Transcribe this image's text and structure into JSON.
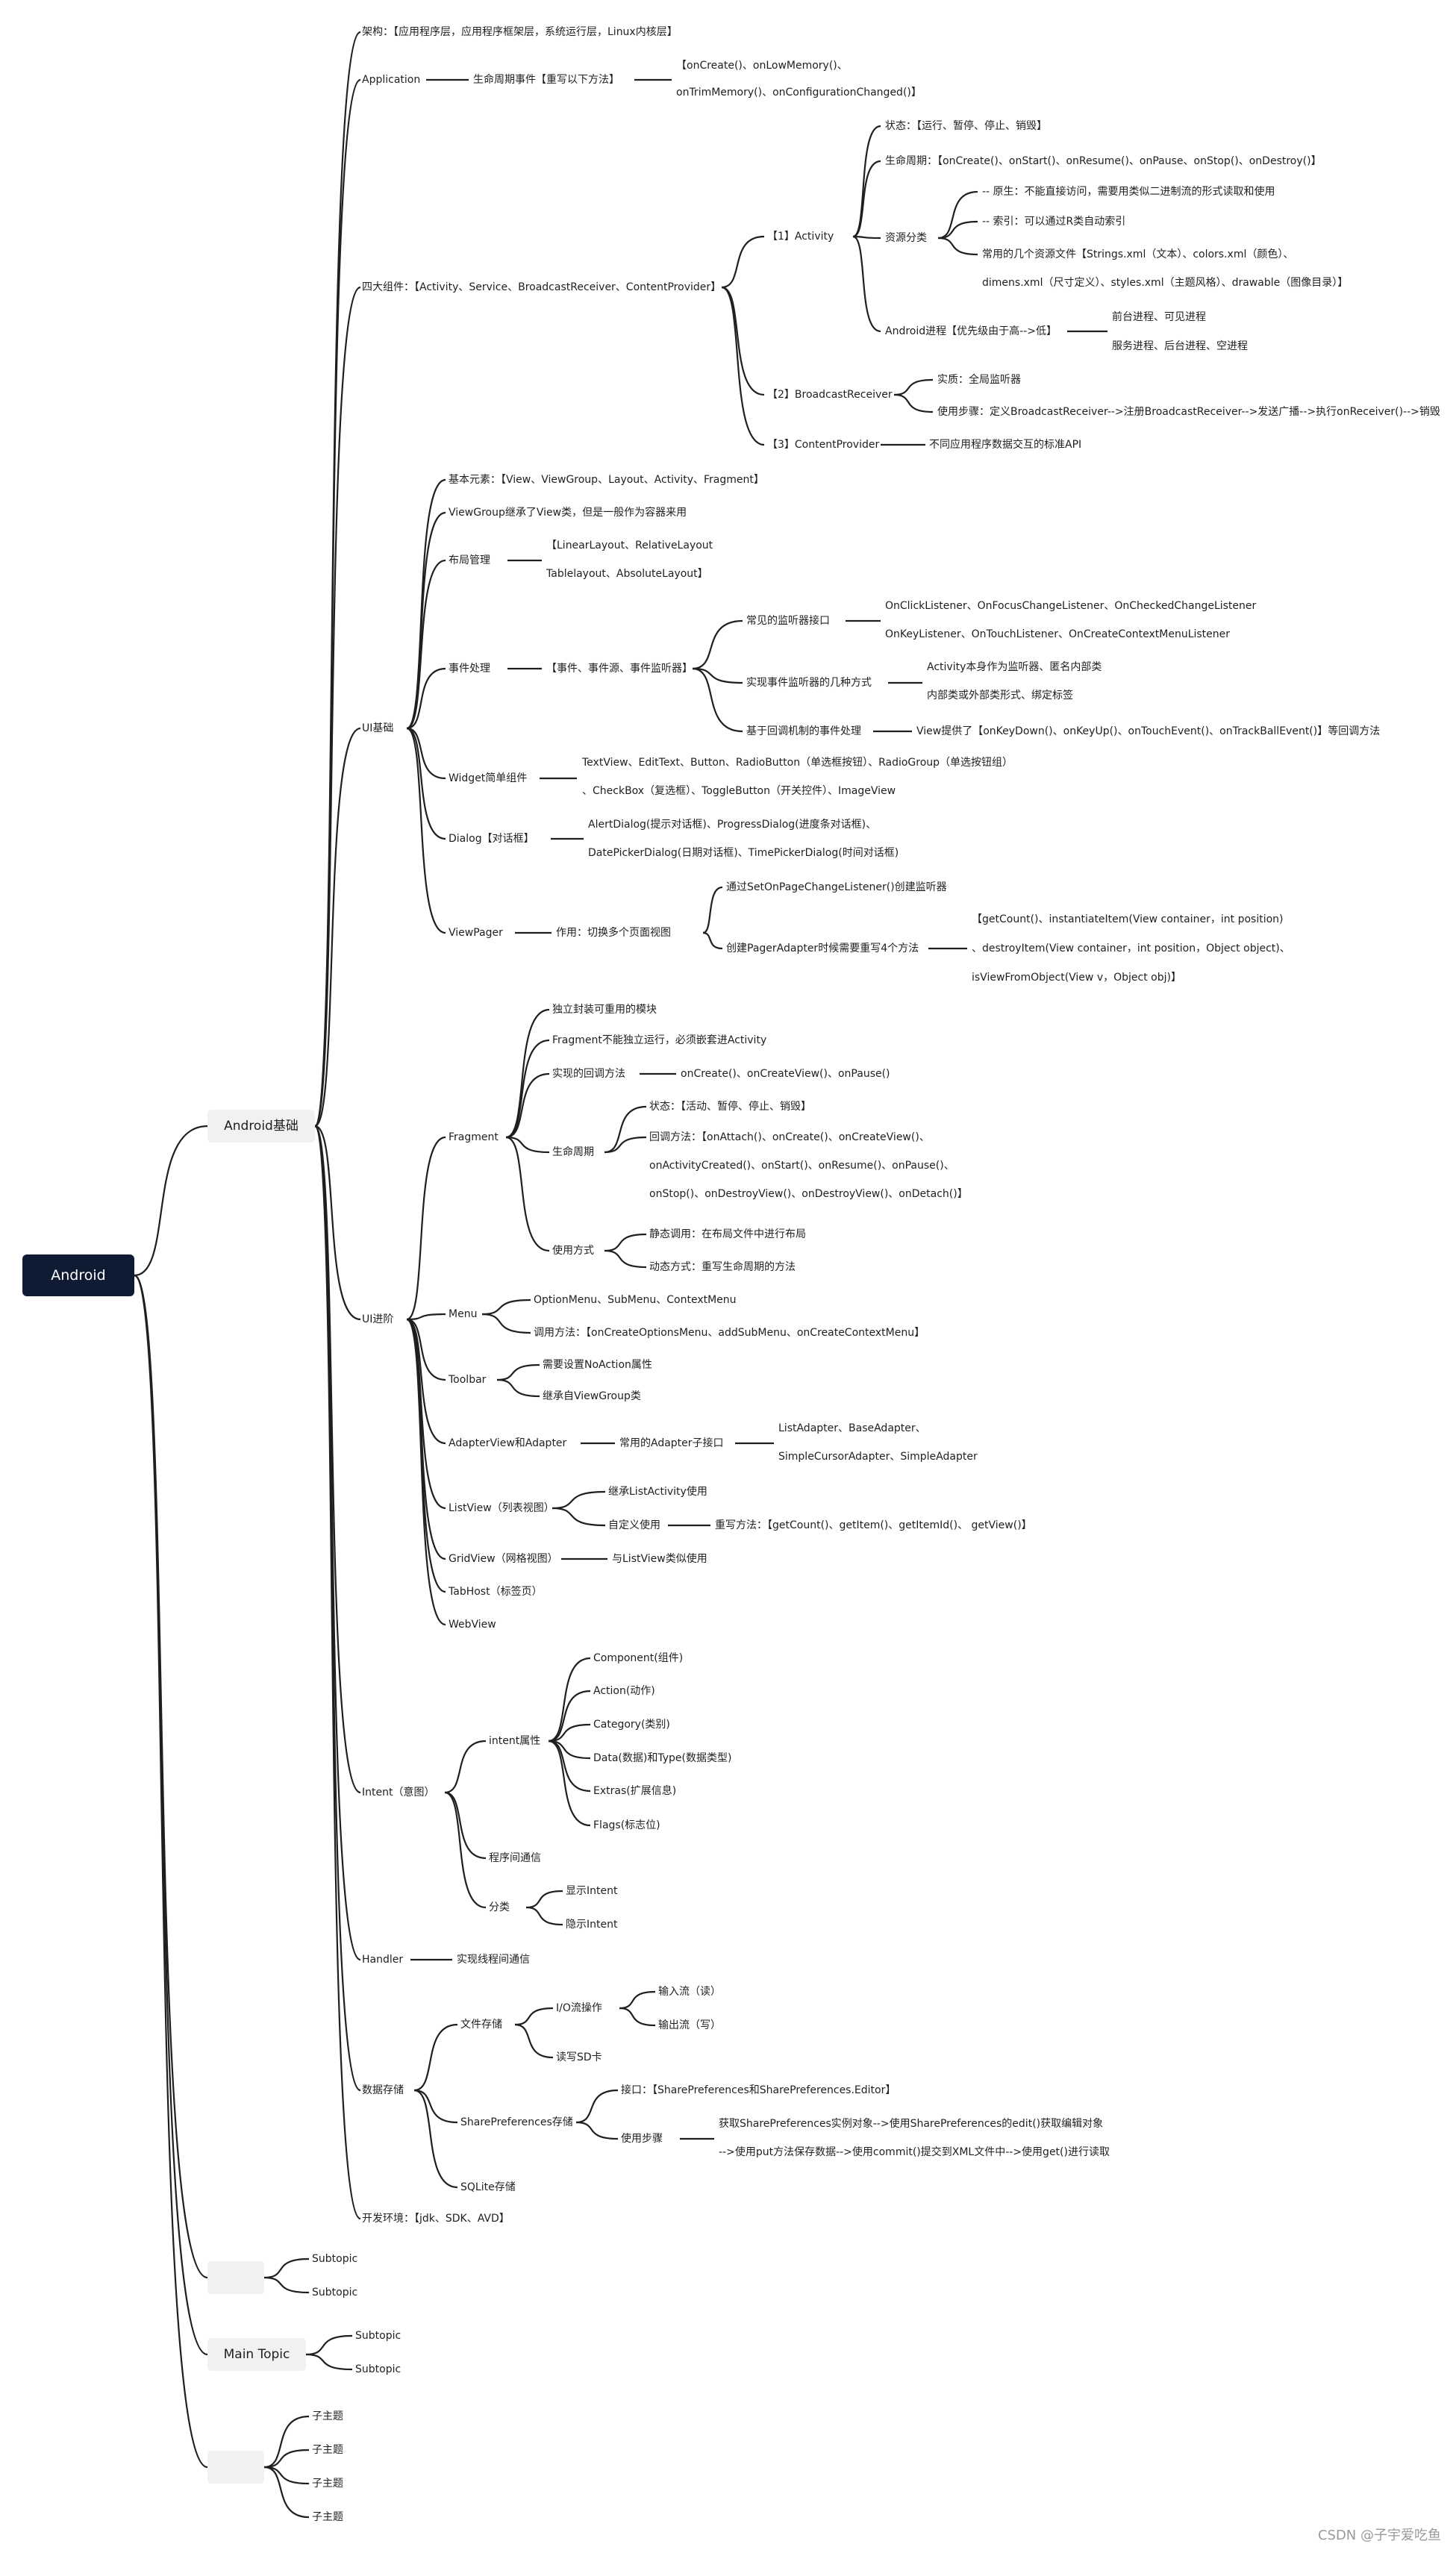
{
  "root": {
    "label": "Android"
  },
  "watermark": "CSDN @子宇爱吃鱼",
  "main": {
    "basic": "Android基础",
    "blank1": "",
    "main_topic": "Main Topic",
    "blank2": ""
  },
  "level1": {
    "arch": "架构：【应用程序层，应用程序框架层，系统运行层，Linux内核层】",
    "application": "Application",
    "four": "四大组件：【Activity、Service、BroadcastReceiver、ContentProvider】",
    "ui_basic": "UI基础",
    "ui_adv": "UI进阶",
    "intent": "Intent（意图）",
    "handler": "Handler",
    "storage": "数据存储",
    "env": "开发环境：【jdk、SDK、AVD】"
  },
  "application": {
    "lifecycle": "生命周期事件【重写以下方法】",
    "methods_1": "【onCreate()、onLowMemory()、",
    "methods_2": "onTrimMemory()、onConfigurationChanged()】"
  },
  "four": {
    "activity": "【1】Activity",
    "receiver": "【2】BroadcastReceiver",
    "provider": "【3】ContentProvider",
    "provider_desc": "不同应用程序数据交互的标准API",
    "receiver_essence": "实质：全局监听器",
    "receiver_steps": "使用步骤：定义BroadcastReceiver-->注册BroadcastReceiver-->发送广播-->执行onReceiver()-->销毁",
    "act_state": "状态：【运行、暂停、停止、销毁】",
    "act_lifecycle": "生命周期：【onCreate()、onStart()、onResume()、onPause、onStop()、onDestroy()】",
    "act_resource": "资源分类",
    "res_raw": "-- 原生：不能直接访问，需要用类似二进制流的形式读取和使用",
    "res_index": "-- 索引：可以通过R类自动索引",
    "res_files_1": "常用的几个资源文件【Strings.xml（文本）、colors.xml（颜色）、",
    "res_files_2": "dimens.xml（尺寸定义）、styles.xml（主题风格）、drawable（图像目录）】",
    "act_process": "Android进程【优先级由于高-->低】",
    "proc_1": "前台进程、可见进程",
    "proc_2": "服务进程、后台进程、空进程"
  },
  "ui_basic": {
    "elements": "基本元素：【View、ViewGroup、Layout、Activity、Fragment】",
    "viewgroup": "ViewGroup继承了View类，但是一般作为容器来用",
    "layout": "布局管理",
    "layout_1": "【LinearLayout、RelativeLayout",
    "layout_2": "Tablelayout、AbsoluteLayout】",
    "event": "事件处理",
    "event_desc": "【事件、事件源、事件监听器】",
    "ev_common": "常见的监听器接口",
    "ev_common_1": "OnClickListener、OnFocusChangeListener、OnCheckedChangeListener",
    "ev_common_2": "OnKeyListener、OnTouchListener、OnCreateContextMenuListener",
    "ev_ways": "实现事件监听器的几种方式",
    "ev_ways_1": "Activity本身作为监听器、匿名内部类",
    "ev_ways_2": "内部类或外部类形式、绑定标签",
    "ev_callback": "基于回调机制的事件处理",
    "ev_callback_desc": "View提供了【onKeyDown()、onKeyUp()、onTouchEvent()、onTrackBallEvent()】等回调方法",
    "widget": "Widget简单组件",
    "widget_1": "TextView、EditText、Button、RadioButton（单选框按钮）、RadioGroup（单选按钮组）",
    "widget_2": "、CheckBox（复选框）、ToggleButton（开关控件）、ImageView",
    "dialog": "Dialog【对话框】",
    "dialog_1": "AlertDialog(提示对话框)、ProgressDialog(进度条对话框)、",
    "dialog_2": "DatePickerDialog(日期对话框)、TimePickerDialog(时间对话框)",
    "viewpager": "ViewPager",
    "vp_use": "作用：切换多个页面视图",
    "vp_listener": "通过SetOnPageChangeListener()创建监听器",
    "vp_adapter": "创建PagerAdapter时候需要重写4个方法",
    "vp_m1": "【getCount()、instantiateItem(View container，int position)",
    "vp_m2": "、destroyItem(View container，int position，Object object)、",
    "vp_m3": "isViewFromObject(View v，Object obj)】"
  },
  "ui_adv": {
    "fragment": "Fragment",
    "frag_1": "独立封装可重用的模块",
    "frag_2": "Fragment不能独立运行，必须嵌套进Activity",
    "frag_callbacks": "实现的回调方法",
    "frag_callbacks_desc": "onCreate()、onCreateView()、onPause()",
    "frag_life": "生命周期",
    "frag_state": "状态：【活动、暂停、停止、销毁】",
    "frag_cb_1": "回调方法：【onAttach()、onCreate()、onCreateView()、",
    "frag_cb_2": "onActivityCreated()、onStart()、onResume()、onPause()、",
    "frag_cb_3": "onStop()、onDestroyView()、onDestroyView()、onDetach()】",
    "frag_usage": "使用方式",
    "frag_static": "静态调用：在布局文件中进行布局",
    "frag_dynamic": "动态方式：重写生命周期的方法",
    "menu": "Menu",
    "menu_1": "OptionMenu、SubMenu、ContextMenu",
    "menu_2": "调用方法：【onCreateOptionsMenu、addSubMenu、onCreateContextMenu】",
    "toolbar": "Toolbar",
    "toolbar_1": "需要设置NoAction属性",
    "toolbar_2": "继承自ViewGroup类",
    "adapterview": "AdapterView和Adapter",
    "adapter_common": "常用的Adapter子接口",
    "adapter_1": "ListAdapter、BaseAdapter、",
    "adapter_2": "SimpleCursorAdapter、SimpleAdapter",
    "listview": "ListView（列表视图）",
    "lv_1": "继承ListActivity使用",
    "lv_2": "自定义使用",
    "lv_override": "重写方法：【getCount()、getItem()、getItemId()、 getView()】",
    "gridview": "GridView（网格视图）",
    "gridview_desc": "与ListView类似使用",
    "tabhost": "TabHost（标签页）",
    "webview": "WebView"
  },
  "intent": {
    "attrs": "intent属性",
    "a1": "Component(组件)",
    "a2": "Action(动作)",
    "a3": "Category(类别)",
    "a4": "Data(数据)和Type(数据类型)",
    "a5": "Extras(扩展信息)",
    "a6": "Flags(标志位)",
    "comm": "程序间通信",
    "types": "分类",
    "explicit": "显示Intent",
    "implicit": "隐示Intent"
  },
  "handler": {
    "desc": "实现线程间通信"
  },
  "storage": {
    "file": "文件存储",
    "io": "I/O流操作",
    "in": "输入流（读）",
    "out": "输出流（写）",
    "sd": "读写SD卡",
    "sp": "SharePreferences存储",
    "sp_iface": "接口：【SharePreferences和SharePreferences.Editor】",
    "sp_steps": "使用步骤",
    "sp_s1": "获取SharePreferences实例对象-->使用SharePreferences的edit()获取编辑对象",
    "sp_s2": "-->使用put方法保存数据-->使用commit()提交到XML文件中-->使用get()进行读取",
    "sqlite": "SQLite存储"
  },
  "misc": {
    "subtopic": "Subtopic",
    "zi": "子主题"
  }
}
